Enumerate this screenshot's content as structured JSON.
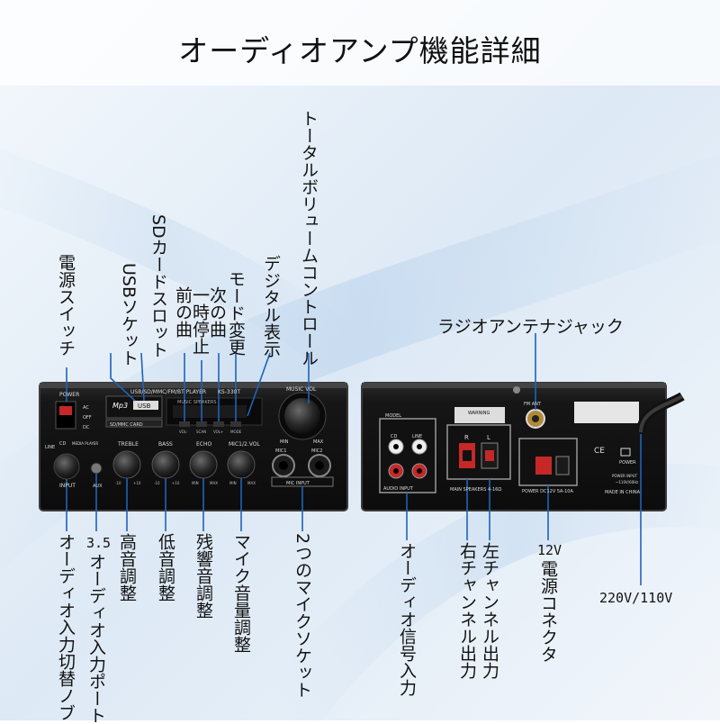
{
  "title": "オーディオアンプ機能詳細",
  "front": {
    "labels": {
      "power_switch": "電源スイッチ",
      "usb_socket": "USBソケット",
      "sd_slot": "SDカードスロット",
      "prev_track": "前の曲",
      "pause": "一時停止",
      "next_track": "次の曲",
      "mode_change": "モード変更",
      "digital_display": "デジタル表示",
      "total_volume": "トータルボリュームコントロール",
      "audio_input_knob": "オーディオ入力切替ノブ",
      "aux_port_num": "3.5",
      "aux_port": "オーディオ入力ポート",
      "treble": "高音調整",
      "bass": "低音調整",
      "echo": "残響音調整",
      "mic_volume": "マイク音量調整",
      "two_mic_sockets": "2つのマイクソケット"
    },
    "panel": {
      "power": "POWER",
      "ac": "AC",
      "off": "OFF",
      "dc": "DC",
      "mp3": "Mp3",
      "usb": "USB",
      "sd_card": "SD/MMC CARD",
      "player": "USB/SD/MMC/FM/BT PLAYER",
      "model": "KS-330T",
      "brand": "MUSIC SPEAKERS",
      "music_vol": "MUSIC VOL",
      "min": "MIN",
      "max": "MAX",
      "line": "LINE",
      "cd": "CD",
      "media_player": "MEDIA PLAYER",
      "input": "INPUT",
      "aux": "AUX",
      "treble": "TREBLE",
      "bass": "BASS",
      "echo": "ECHO",
      "mic_vol": "MIC1/2.VOL",
      "mic1": "MIC1",
      "mic2": "MIC2",
      "mic_input": "MIC INPUT",
      "btn_vol_minus": "VOL-",
      "btn_scan": "SCAN",
      "btn_vol_plus": "VOL+",
      "btn_mode": "MODE",
      "m10": "-10",
      "p10": "+10"
    }
  },
  "back": {
    "labels": {
      "radio_antenna": "ラジオアンテナジャック",
      "audio_signal_input": "オーディオ信号入力",
      "right_out": "右チャンネル出力",
      "left_out": "左チャンネル出力",
      "power_12v_num": "12V",
      "power_12v": "電源コネクタ",
      "mains": "220V/110V"
    },
    "panel": {
      "model": "MODEL",
      "cd": "CD",
      "line": "LINE",
      "audio_input": "AUDIO INPUT",
      "warning": "WARNING",
      "main_speakers": "MAIN SPEAKERS 4-16Ω",
      "r": "R",
      "l": "L",
      "fm_ant": "FM ANT",
      "power_dc": "POWER DC12V  5A-10A",
      "ce": "CE",
      "power": "POWER",
      "power_input": "POWER INPUT",
      "voltage": "~110V/60Hz",
      "made_in": "MADE IN CHINA"
    }
  },
  "colors": {
    "panel": "#161616",
    "panel_edge": "#3a3a3a",
    "display": "#0a0a0a",
    "accent_red": "#c62828",
    "text": "#111111",
    "bg_tint": "#cfe2f3"
  }
}
